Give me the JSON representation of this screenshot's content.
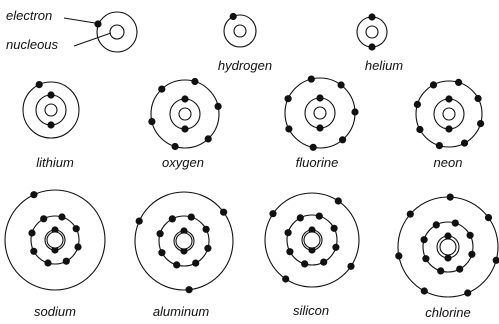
{
  "legend": {
    "electron_label": "electron",
    "nucleus_label": "nucleous"
  },
  "atoms": [
    {
      "name": "hydrogen",
      "shells": [
        1
      ]
    },
    {
      "name": "helium",
      "shells": [
        2
      ]
    },
    {
      "name": "lithium",
      "shells": [
        2,
        1
      ]
    },
    {
      "name": "oxygen",
      "shells": [
        2,
        6
      ]
    },
    {
      "name": "fluorine",
      "shells": [
        2,
        7
      ]
    },
    {
      "name": "neon",
      "shells": [
        2,
        8
      ]
    },
    {
      "name": "sodium",
      "shells": [
        2,
        8,
        1
      ]
    },
    {
      "name": "aluminum",
      "shells": [
        2,
        8,
        3
      ]
    },
    {
      "name": "silicon",
      "shells": [
        2,
        8,
        4
      ]
    },
    {
      "name": "chlorine",
      "shells": [
        2,
        8,
        7
      ]
    }
  ],
  "colors": {
    "ink": "#111111",
    "background": "#ffffff"
  }
}
